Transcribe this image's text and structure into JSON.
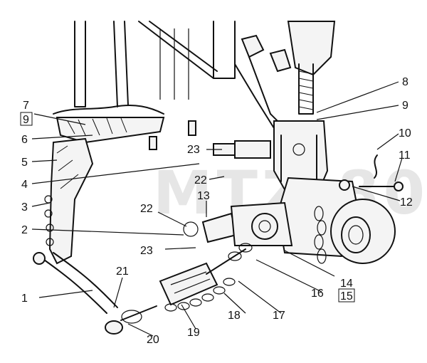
{
  "figure": {
    "watermark": "MTZ-80",
    "callouts": [
      "1",
      "2",
      "3",
      "4",
      "5",
      "6",
      "7",
      "8",
      "9",
      "10",
      "11",
      "12",
      "13",
      "14",
      "15",
      "16",
      "17",
      "18",
      "19",
      "20",
      "21",
      "22",
      "23"
    ],
    "boxed_callouts": [
      "9",
      "15"
    ],
    "extra_callouts": {
      "label_22b": "22",
      "label_23b": "23"
    }
  }
}
